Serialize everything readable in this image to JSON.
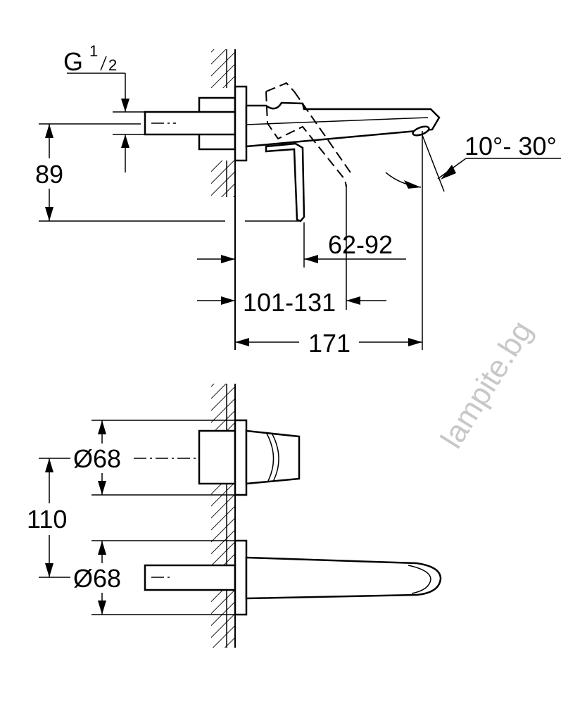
{
  "drawing": {
    "side_view": {
      "thread_label": "G",
      "thread_num": "1",
      "thread_den": "2",
      "height_dim": "89",
      "lever_dim": "62-92",
      "projection_dim": "101-131",
      "spout_length_dim": "171",
      "angle_dim": "10°- 30°"
    },
    "front_view": {
      "valve_diameter": "Ø68",
      "center_distance": "110",
      "spout_diameter": "Ø68"
    },
    "watermark": "lampite.bg"
  }
}
